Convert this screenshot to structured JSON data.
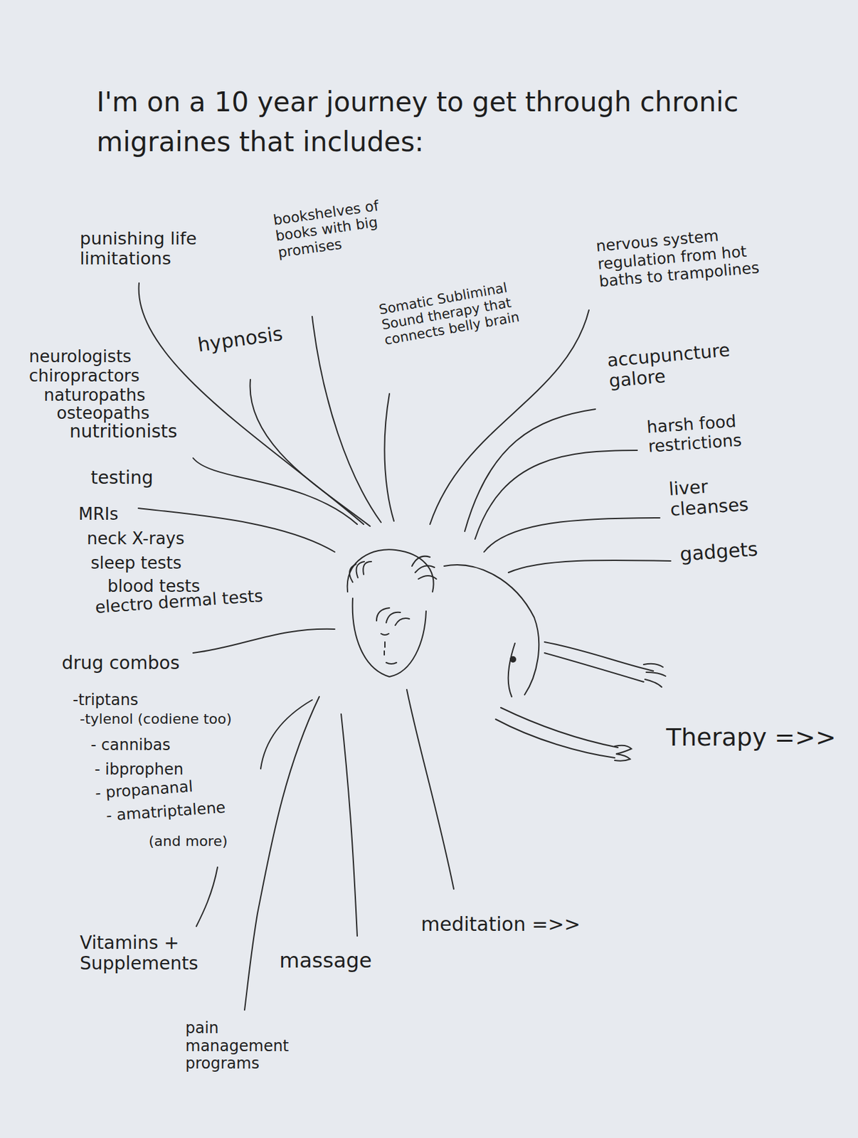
{
  "diagram": {
    "title": "I'm on a 10 year journey to get through chronic migraines that includes:",
    "labels": [
      "punishing life limitations",
      "bookshelves of books with big promises",
      "hypnosis",
      "Somatic Subliminal Sound therapy that connects belly brain",
      "nervous system regulation from hot baths to trampolines",
      "neurologists",
      "chiropractors",
      "naturopaths",
      "osteopaths",
      "nutritionists",
      "accupuncture galore",
      "harsh food restrictions",
      "testing",
      "MRIs",
      "neck X-rays",
      "sleep tests",
      "blood tests",
      "electro dermal tests",
      "liver cleanses",
      "gadgets",
      "drug combos",
      "-triptans",
      "-tylenol (codiene too)",
      "- cannibas",
      "- ibprophen",
      "- propananal",
      "- amatriptalene",
      "(and more)",
      "Therapy =>>",
      "meditation =>>",
      "Vitamins + Supplements",
      "massage",
      "pain management programs"
    ]
  }
}
